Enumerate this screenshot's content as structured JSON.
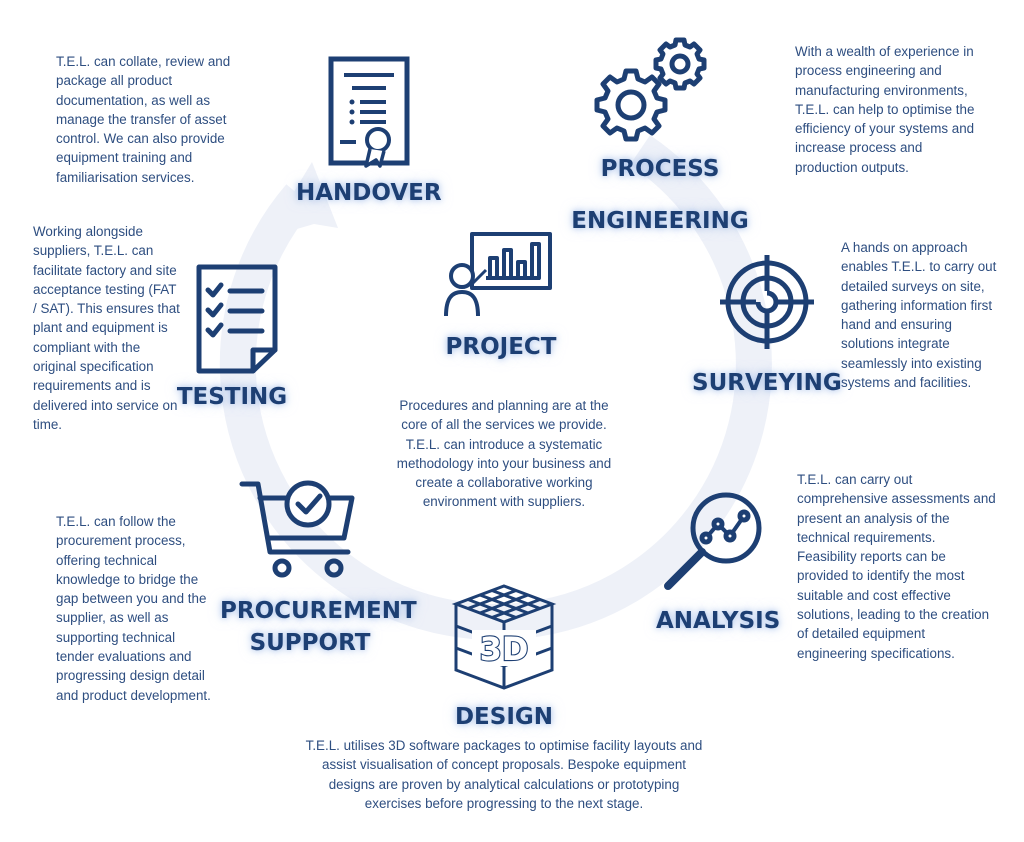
{
  "colors": {
    "primary": "#1d3f73",
    "text": "#2e4e80",
    "ring": "#eef1f8",
    "glow": "#a8c2eb"
  },
  "stages": {
    "handover": {
      "title": "HANDOVER",
      "icon": "certificate-icon",
      "description": "T.E.L. can collate, review and package all product documentation, as well as manage the transfer of asset control. We can also provide equipment training and familiarisation services."
    },
    "process_engineering": {
      "title_line1": "PROCESS",
      "title_line2": "ENGINEERING",
      "icon": "gears-icon",
      "description": "With a wealth of experience in process engineering and manufacturing environments, T.E.L. can help to optimise the efficiency of your systems and increase process and production outputs."
    },
    "surveying": {
      "title": "SURVEYING",
      "icon": "crosshair-target-icon",
      "description": "A hands on approach enables T.E.L. to carry out detailed surveys on site, gathering information first hand and ensuring solutions integrate seamlessly into existing systems and facilities."
    },
    "analysis": {
      "title": "ANALYSIS",
      "icon": "magnifier-chart-icon",
      "description": "T.E.L. can carry out comprehensive assessments and present an analysis of the technical requirements. Feasibility reports can be provided to identify the most suitable and cost effective solutions, leading to the creation of detailed equipment engineering specifications."
    },
    "design": {
      "title": "DESIGN",
      "icon": "3d-cube-icon",
      "icon_label": "3D",
      "description": "T.E.L. utilises 3D software packages to optimise facility layouts and assist visualisation of concept proposals. Bespoke equipment designs are proven by analytical calculations or prototyping exercises before progressing to the next stage."
    },
    "procurement": {
      "title_line1": "PROCUREMENT",
      "title_line2": "SUPPORT",
      "icon": "shopping-cart-check-icon",
      "description": "T.E.L. can follow the procurement process, offering technical knowledge to bridge the gap between you and the supplier, as well as supporting technical tender evaluations and progressing design detail and product development."
    },
    "testing": {
      "title": "TESTING",
      "icon": "checklist-icon",
      "description": "Working alongside suppliers, T.E.L. can facilitate factory and site acceptance testing (FAT / SAT). This ensures that plant and equipment is compliant with the original specification requirements and is delivered into service on time."
    },
    "project": {
      "title": "PROJECT",
      "icon": "presenter-chart-icon",
      "description": "Procedures and planning are at the core of all the services we provide. T.E.L. can introduce a systematic methodology into your business and create a collaborative working environment with suppliers."
    }
  }
}
